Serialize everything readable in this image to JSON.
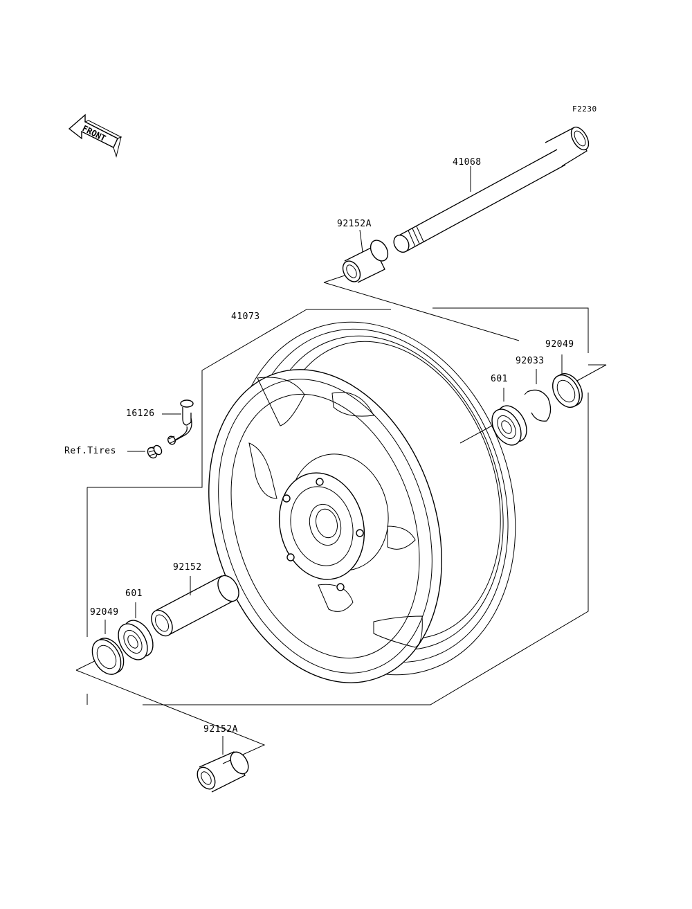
{
  "diagram": {
    "ref_code": "F2230",
    "front_arrow_text": "FRONT",
    "labels": {
      "axle": "41068",
      "collar_top": "92152A",
      "wheel": "41073",
      "seal_right": "92049",
      "circlip": "92033",
      "bearing_right": "601",
      "valve": "16126",
      "ref_tires": "Ref.Tires",
      "spacer": "92152",
      "bearing_left": "601",
      "seal_left": "92049",
      "collar_bottom": "92152A"
    }
  }
}
